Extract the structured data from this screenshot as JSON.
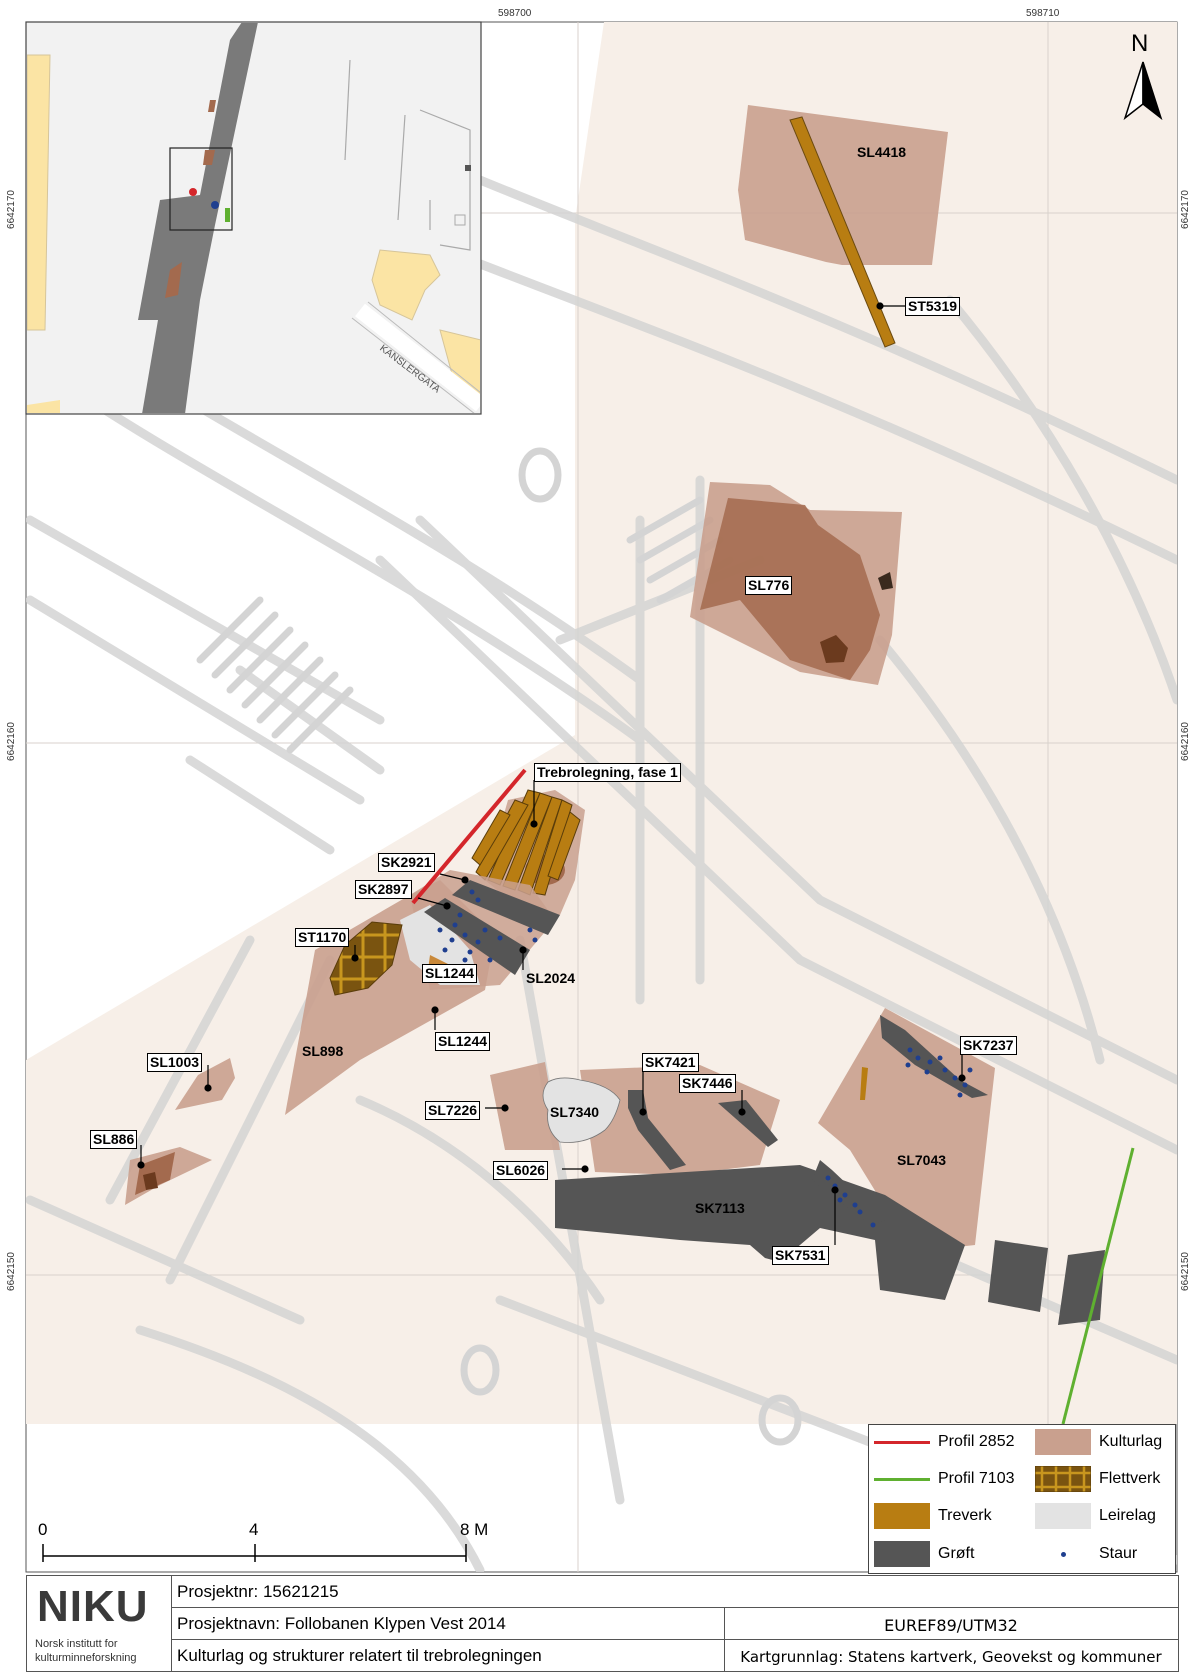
{
  "coordinates": {
    "top_x": [
      "598700",
      "598710"
    ],
    "left_y": [
      "6642170",
      "6642160",
      "6642150"
    ],
    "right_y": [
      "6642170",
      "6642160",
      "6642150"
    ]
  },
  "north_label": "N",
  "inset": {
    "street_label": "KANSLERGATA"
  },
  "features": [
    {
      "id": "sl4418",
      "label": "SL4418"
    },
    {
      "id": "st5319",
      "label": "ST5319"
    },
    {
      "id": "sl776",
      "label": "SL776"
    },
    {
      "id": "trebro",
      "label": "Trebrolegning, fase 1"
    },
    {
      "id": "sk2921",
      "label": "SK2921"
    },
    {
      "id": "sk2897",
      "label": "SK2897"
    },
    {
      "id": "st1170",
      "label": "ST1170"
    },
    {
      "id": "sl1244a",
      "label": "SL1244"
    },
    {
      "id": "sl2024",
      "label": "SL2024"
    },
    {
      "id": "sl1244b",
      "label": "SL1244"
    },
    {
      "id": "sl898",
      "label": "SL898"
    },
    {
      "id": "sl1003",
      "label": "SL1003"
    },
    {
      "id": "sl886",
      "label": "SL886"
    },
    {
      "id": "sl7226",
      "label": "SL7226"
    },
    {
      "id": "sl7340",
      "label": "SL7340"
    },
    {
      "id": "sk7421",
      "label": "SK7421"
    },
    {
      "id": "sk7446",
      "label": "SK7446"
    },
    {
      "id": "sk7237",
      "label": "SK7237"
    },
    {
      "id": "sl7043",
      "label": "SL7043"
    },
    {
      "id": "sl6026",
      "label": "SL6026"
    },
    {
      "id": "sk7113",
      "label": "SK7113"
    },
    {
      "id": "sk7531",
      "label": "SK7531"
    }
  ],
  "legend": {
    "items": [
      {
        "label": "Profil 2852",
        "symbol": "line",
        "color": "#d4262b"
      },
      {
        "label": "Kulturlag",
        "symbol": "fill",
        "color": "#c9a08e"
      },
      {
        "label": "Profil 7103",
        "symbol": "line",
        "color": "#5fb030"
      },
      {
        "label": "Flettverk",
        "symbol": "hatch",
        "color": "#7a5410"
      },
      {
        "label": "Treverk",
        "symbol": "fill",
        "color": "#b87d12"
      },
      {
        "label": "Leirelag",
        "symbol": "fill",
        "color": "#e3e3e3"
      },
      {
        "label": "Grøft",
        "symbol": "fill",
        "color": "#555555"
      },
      {
        "label": "Staur",
        "symbol": "dot",
        "color": "#1f3f8f"
      }
    ]
  },
  "scale": {
    "labels": [
      "0",
      "4",
      "8 M"
    ]
  },
  "titleblock": {
    "logo_text": "NIKU",
    "logo_sub1": "Norsk institutt for",
    "logo_sub2": "kulturminneforskning",
    "prosjektnr": "Prosjektnr: 15621215",
    "prosjektnavn": "Prosjektnavn: Follobanen Klypen Vest 2014",
    "description": "Kulturlag og strukturer relatert til trebrolegningen",
    "crs": "EUREF89/UTM32",
    "basemap": "Kartgrunnlag: Statens kartverk, Geovekst og kommuner"
  },
  "colors": {
    "kulturlag": "#c9a08e",
    "kulturlag_dark": "#a36a4e",
    "treverk": "#b87d12",
    "groft": "#555555",
    "leirelag": "#e3e3e3",
    "background_area": "#f7efe8",
    "profil_red": "#d4262b",
    "profil_green": "#5fb030",
    "staur": "#1f3f8f"
  }
}
